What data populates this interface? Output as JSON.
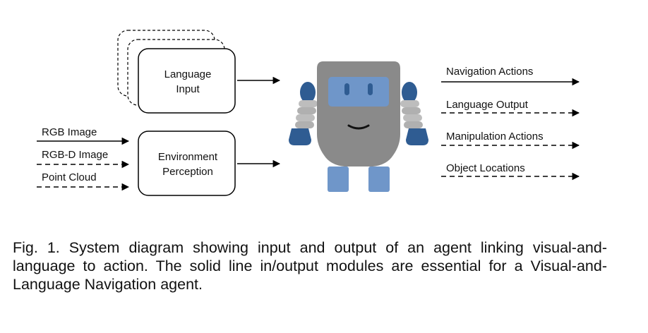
{
  "inputs": {
    "rgb_image": "RGB Image",
    "rgbd_image": "RGB-D Image",
    "point_cloud": "Point Cloud"
  },
  "modules": {
    "language_input_line1": "Language",
    "language_input_line2": "Input",
    "environment_perception_line1": "Environment",
    "environment_perception_line2": "Perception"
  },
  "outputs": {
    "navigation_actions": "Navigation Actions",
    "language_output": "Language Output",
    "manipulation_actions": "Manipulation Actions",
    "object_locations": "Object Locations"
  },
  "caption": "Fig. 1. System diagram showing input and output of an agent linking visual-and-language to action. The solid line in/output modules are essential for a Visual-and-Language Navigation agent.",
  "colors": {
    "robot_body": "#8a8a8a",
    "robot_face": "#6f96c9",
    "robot_dark_blue": "#2f5c92",
    "robot_arm": "#b8b8b8"
  },
  "icons": [
    "robot-agent-icon"
  ]
}
